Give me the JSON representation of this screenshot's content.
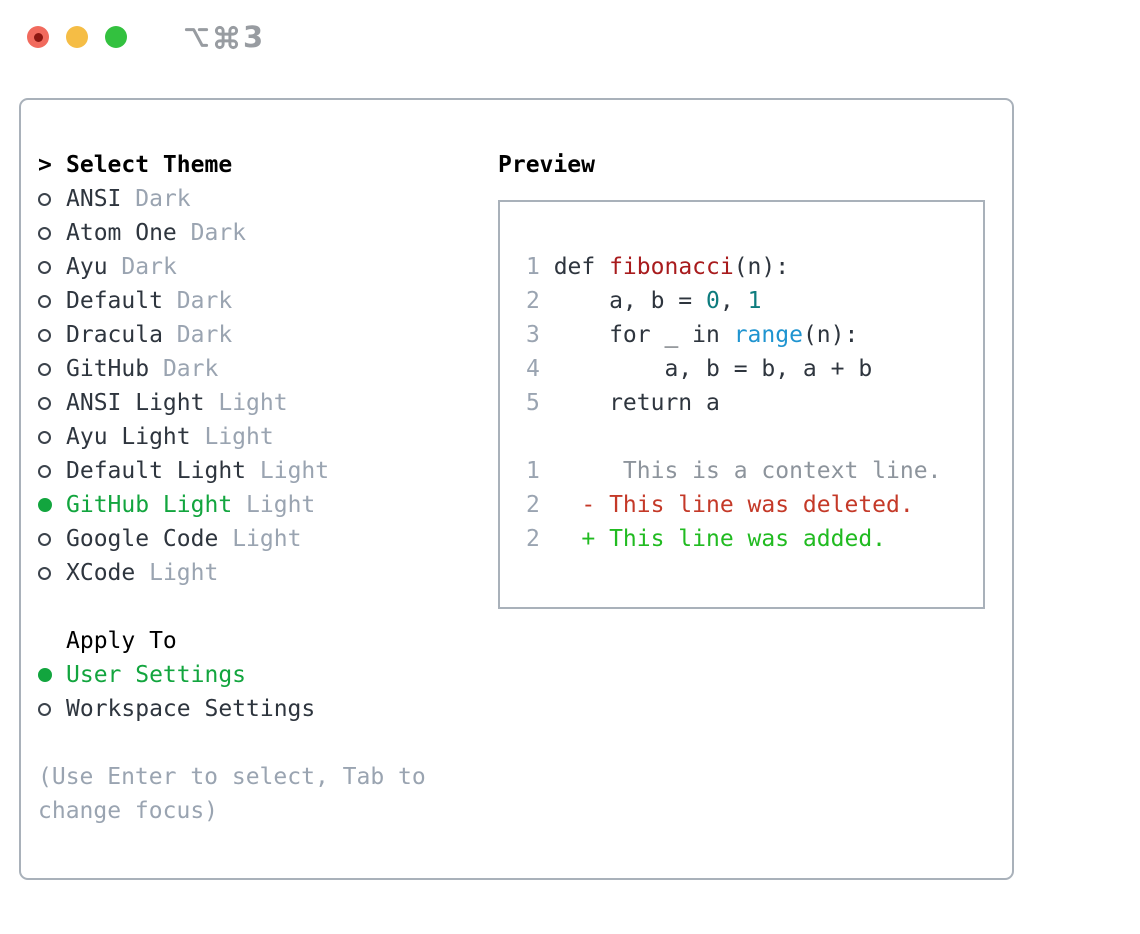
{
  "window": {
    "shortcut": "⌥⌘3",
    "shortcut_digit": "3",
    "traffic_lights": [
      "close",
      "minimize",
      "zoom"
    ]
  },
  "selector": {
    "header_marker": ">",
    "header": "Select Theme",
    "themes": [
      {
        "name": "ANSI",
        "variant": "Dark",
        "selected": false
      },
      {
        "name": "Atom One",
        "variant": "Dark",
        "selected": false
      },
      {
        "name": "Ayu",
        "variant": "Dark",
        "selected": false
      },
      {
        "name": "Default",
        "variant": "Dark",
        "selected": false
      },
      {
        "name": "Dracula",
        "variant": "Dark",
        "selected": false
      },
      {
        "name": "GitHub",
        "variant": "Dark",
        "selected": false
      },
      {
        "name": "ANSI Light",
        "variant": "Light",
        "selected": false
      },
      {
        "name": "Ayu Light",
        "variant": "Light",
        "selected": false
      },
      {
        "name": "Default Light",
        "variant": "Light",
        "selected": false
      },
      {
        "name": "GitHub Light",
        "variant": "Light",
        "selected": true
      },
      {
        "name": "Google Code",
        "variant": "Light",
        "selected": false
      },
      {
        "name": "XCode",
        "variant": "Light",
        "selected": false
      }
    ],
    "apply_to": {
      "header": "Apply To",
      "options": [
        {
          "label": "User Settings",
          "selected": true
        },
        {
          "label": "Workspace Settings",
          "selected": false
        }
      ]
    },
    "hint": "(Use Enter to select, Tab to change focus)"
  },
  "preview": {
    "header": "Preview",
    "code": [
      {
        "num": "1",
        "t1": "def ",
        "t2": "fibonacci",
        "t3": "(n):"
      },
      {
        "num": "2",
        "t1": "    a, b = ",
        "t2": "0",
        "t3": ", ",
        "t4": "1"
      },
      {
        "num": "3",
        "t1": "    for _ in ",
        "t2": "range",
        "t3": "(n):"
      },
      {
        "num": "4",
        "t1": "        a, b = b, a + b"
      },
      {
        "num": "5",
        "t1": "    return a"
      }
    ],
    "diff": [
      {
        "num": "1",
        "kind": "context",
        "text": "     This is a context line."
      },
      {
        "num": "2",
        "kind": "deleted",
        "text": "  - This line was deleted."
      },
      {
        "num": "2",
        "kind": "added",
        "text": "  + This line was added."
      }
    ]
  },
  "colors": {
    "selection_green": "#12a53e",
    "added_green": "#21bb21",
    "deleted_red": "#c43928",
    "context_gray": "#8d949c",
    "function_red": "#a81b1d",
    "number_teal": "#0e7c7e",
    "call_blue": "#1f94d0",
    "muted_gray": "#9aa4b1",
    "panel_border": "#a9b1ba",
    "traffic_red": "#f16a5d",
    "traffic_yellow": "#f5bd45",
    "traffic_green": "#33c13f"
  }
}
